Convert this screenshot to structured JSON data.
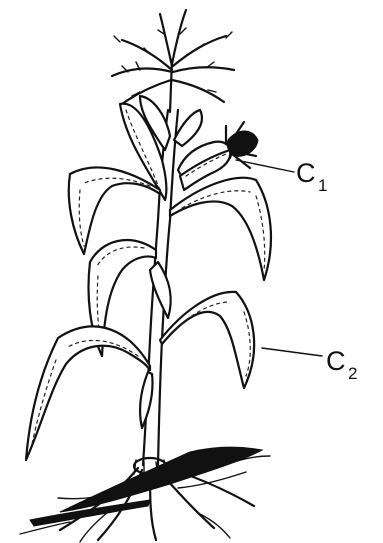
{
  "labels": [
    {
      "id": "c1",
      "letter": "C",
      "subscript": "1"
    },
    {
      "id": "c2",
      "letter": "C",
      "subscript": "2"
    }
  ],
  "colors": {
    "ink": "#111111",
    "background": "#ffffff"
  }
}
